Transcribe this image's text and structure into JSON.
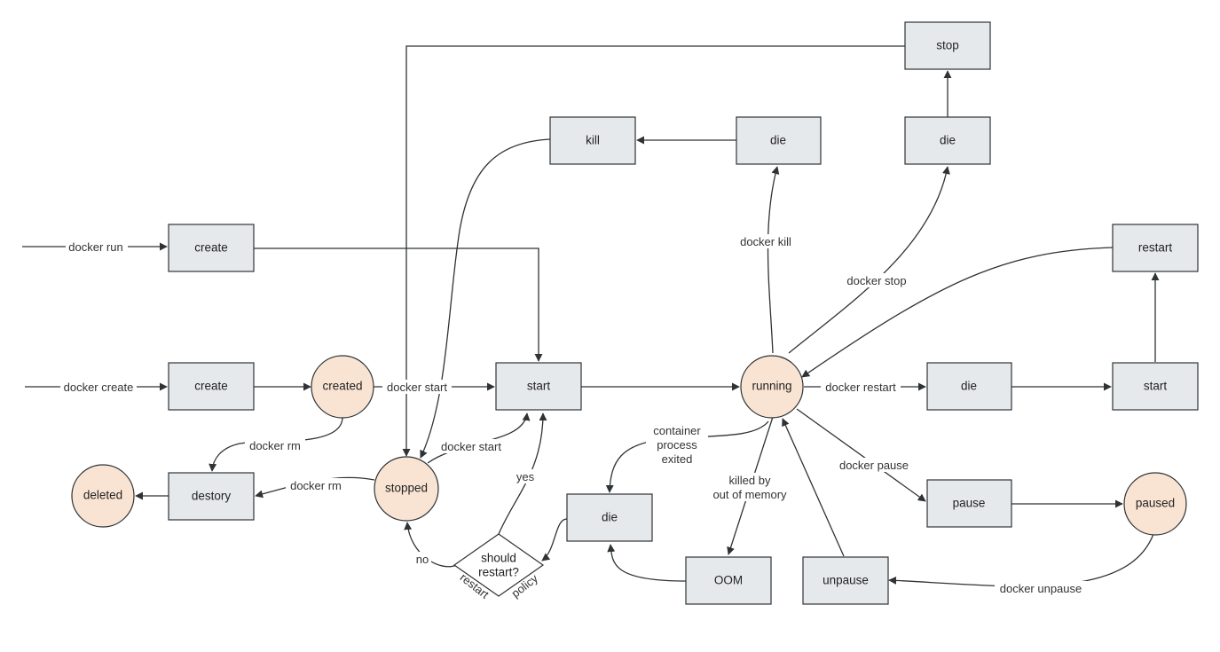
{
  "nodes": {
    "create_run": "create",
    "create_create": "create",
    "created": "created",
    "start_main": "start",
    "running": "running",
    "die_right": "die",
    "start_right": "start",
    "restart": "restart",
    "stop": "stop",
    "die_stop": "die",
    "die_kill": "die",
    "kill": "kill",
    "stopped": "stopped",
    "destory": "destory",
    "deleted": "deleted",
    "die_exit": "die",
    "oom": "OOM",
    "unpause": "unpause",
    "pause": "pause",
    "paused": "paused",
    "decision_line1": "should",
    "decision_line2": "restart?"
  },
  "edges": {
    "docker_run": "docker run",
    "docker_create": "docker create",
    "docker_start_created": "docker start",
    "docker_start_stopped": "docker start",
    "docker_rm_created": "docker rm",
    "docker_rm_stopped": "docker rm",
    "docker_kill": "docker kill",
    "docker_stop": "docker stop",
    "docker_restart": "docker restart",
    "docker_pause": "docker pause",
    "docker_unpause": "docker unpause",
    "container_exited_1": "container",
    "container_exited_2": "process",
    "container_exited_3": "exited",
    "killed_oom_1": "killed by",
    "killed_oom_2": "out of memory",
    "yes": "yes",
    "no": "no",
    "restart_policy_1": "restart",
    "restart_policy_2": "policy"
  },
  "colors": {
    "box_fill": "#e6e9ec",
    "state_fill": "#f9e4d3",
    "stroke": "#2f3336"
  }
}
